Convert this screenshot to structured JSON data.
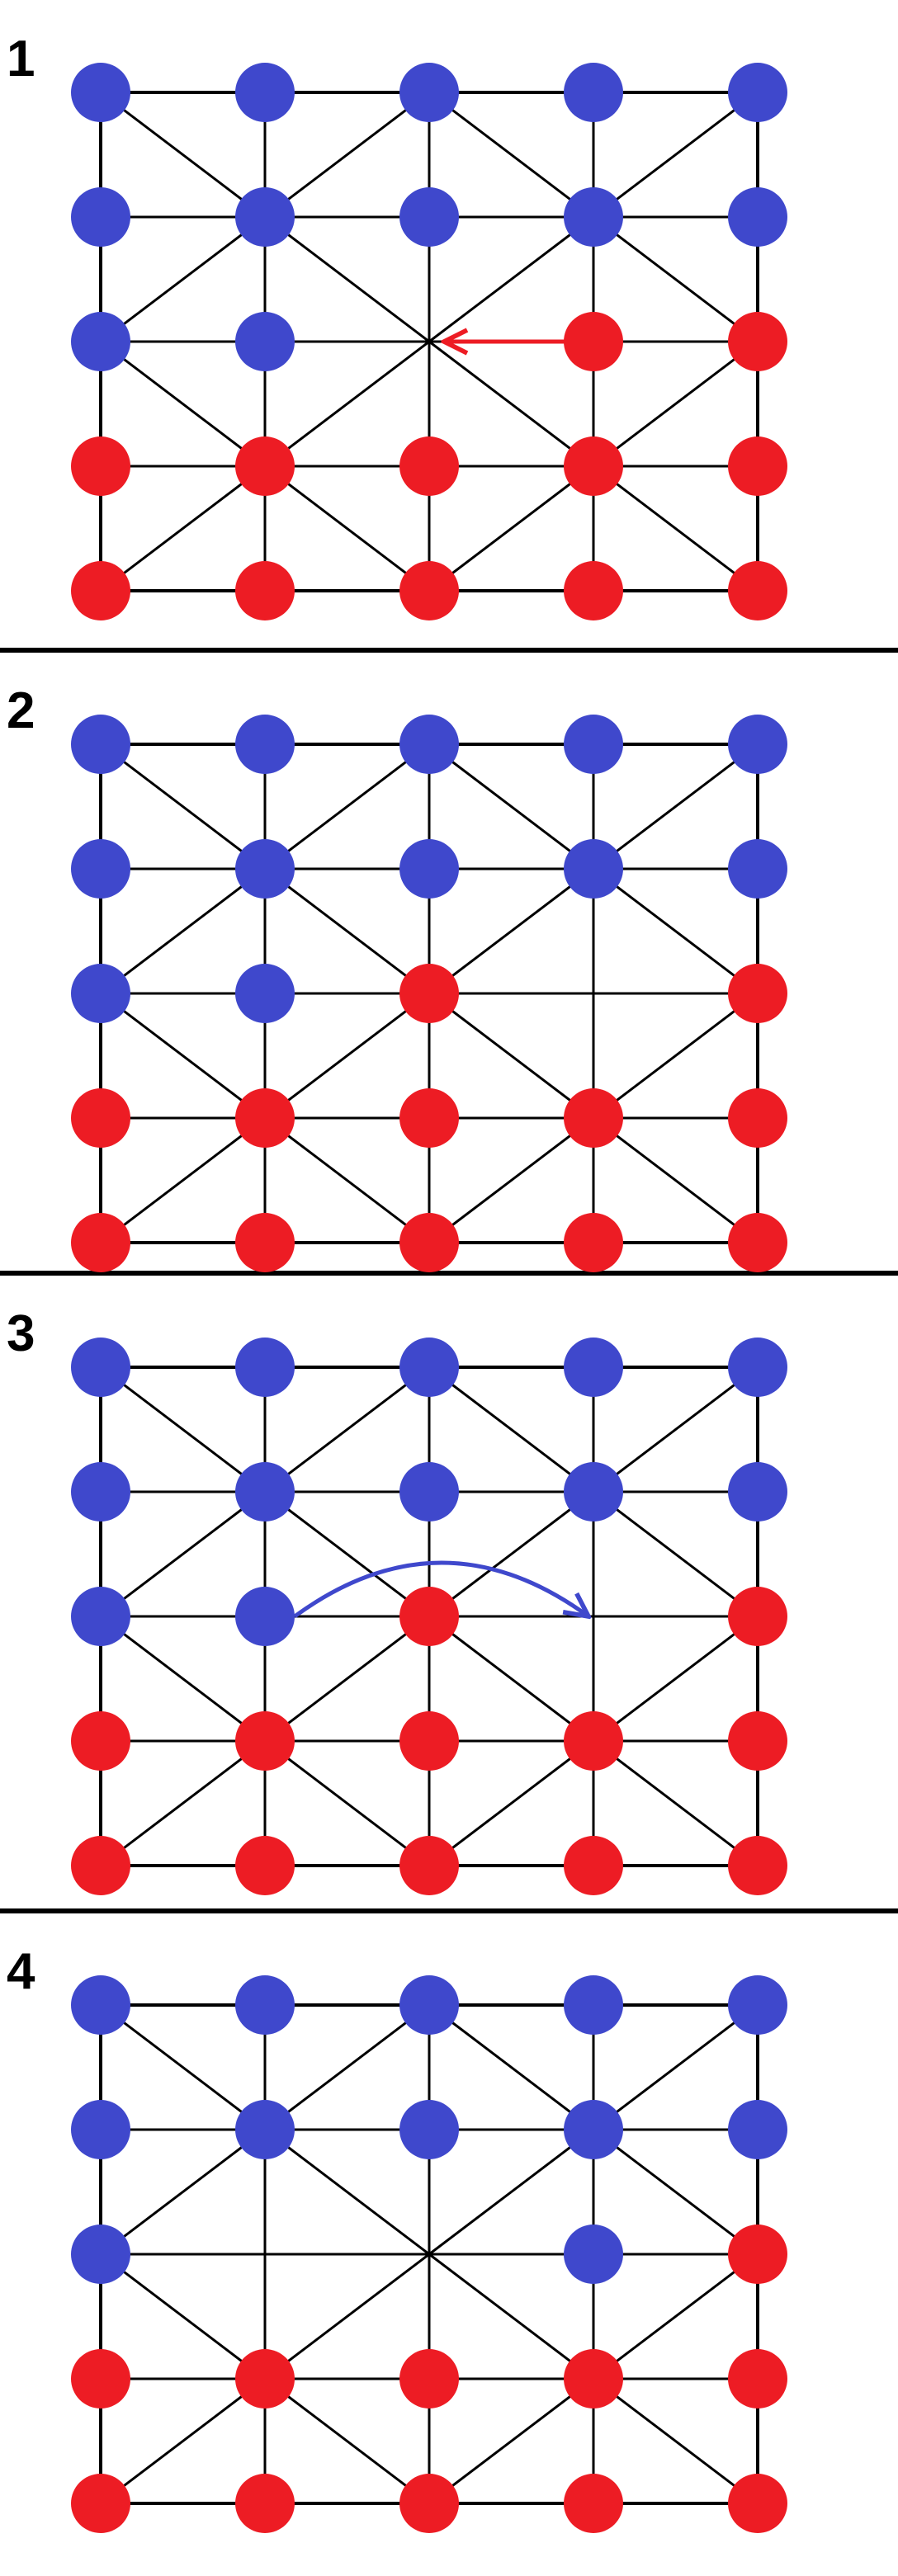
{
  "colors": {
    "blue": "#3f48cc",
    "red": "#ed1c24",
    "line": "#000000",
    "background": "#ffffff"
  },
  "panels": [
    {
      "label": "1",
      "board": [
        [
          "B",
          "B",
          "B",
          "B",
          "B"
        ],
        [
          "B",
          "B",
          "B",
          "B",
          "B"
        ],
        [
          "B",
          "B",
          "",
          "R",
          "R"
        ],
        [
          "R",
          "R",
          "R",
          "R",
          "R"
        ],
        [
          "R",
          "R",
          "R",
          "R",
          "R"
        ]
      ],
      "arrow": {
        "kind": "straight",
        "color": "red",
        "from": [
          3,
          2
        ],
        "to": [
          2,
          2
        ]
      }
    },
    {
      "label": "2",
      "board": [
        [
          "B",
          "B",
          "B",
          "B",
          "B"
        ],
        [
          "B",
          "B",
          "B",
          "B",
          "B"
        ],
        [
          "B",
          "B",
          "R",
          "",
          "R"
        ],
        [
          "R",
          "R",
          "R",
          "R",
          "R"
        ],
        [
          "R",
          "R",
          "R",
          "R",
          "R"
        ]
      ],
      "arrow": null
    },
    {
      "label": "3",
      "board": [
        [
          "B",
          "B",
          "B",
          "B",
          "B"
        ],
        [
          "B",
          "B",
          "B",
          "B",
          "B"
        ],
        [
          "B",
          "B",
          "R",
          "",
          "R"
        ],
        [
          "R",
          "R",
          "R",
          "R",
          "R"
        ],
        [
          "R",
          "R",
          "R",
          "R",
          "R"
        ]
      ],
      "arrow": {
        "kind": "jump",
        "color": "blue",
        "from": [
          1,
          2
        ],
        "to": [
          3,
          2
        ]
      }
    },
    {
      "label": "4",
      "board": [
        [
          "B",
          "B",
          "B",
          "B",
          "B"
        ],
        [
          "B",
          "B",
          "B",
          "B",
          "B"
        ],
        [
          "B",
          "",
          "",
          "B",
          "R"
        ],
        [
          "R",
          "R",
          "R",
          "R",
          "R"
        ],
        [
          "R",
          "R",
          "R",
          "R",
          "R"
        ]
      ],
      "arrow": null
    }
  ]
}
